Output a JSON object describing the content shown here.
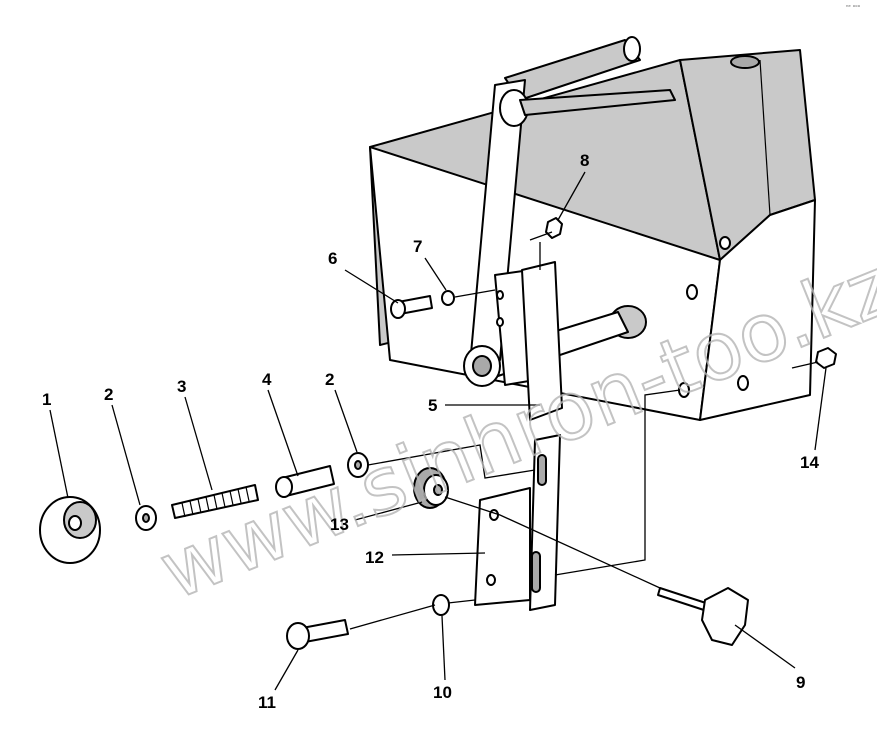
{
  "callouts": {
    "c1": "1",
    "c2a": "2",
    "c3": "3",
    "c4": "4",
    "c2b": "2",
    "c5": "5",
    "c6": "6",
    "c7": "7",
    "c8": "8",
    "c9": "9",
    "c10": "10",
    "c11": "11",
    "c12": "12",
    "c13": "13",
    "c14": "14"
  },
  "watermark": "www.sinhron-too.kz",
  "corner_mark": "ⁿᵉ ᵒᵒᵒ"
}
